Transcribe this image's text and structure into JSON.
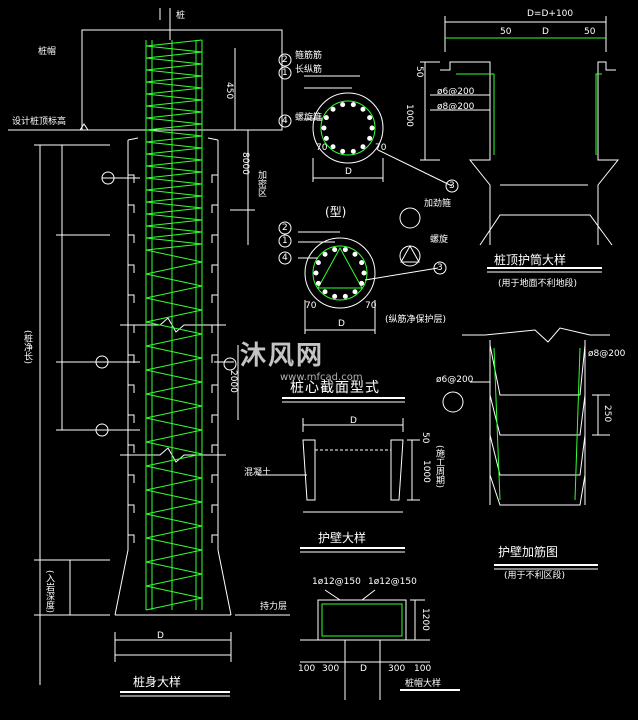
{
  "labels": {
    "pile_top": "桩",
    "cap": "桩帽",
    "design_elev": "设计桩顶标高",
    "net_length": "(桩净长)",
    "rock_depth": "(入岩深度)",
    "bearing_layer": "持力层",
    "dense_zone": "加密区",
    "dim_450": "450",
    "dim_8000": "8000",
    "dim_2000": "2000",
    "d_note_value": "D",
    "pile_body": "桩身大样",
    "circle_1": "1",
    "circle_2": "2",
    "circle_3": "3",
    "circle_4": "4",
    "hoop": "箍筋筋",
    "longbar": "长纵筋",
    "spiral": "螺旋箍",
    "spiral2": "螺旋",
    "stiff": "加劲箍",
    "sec_type": "(型)",
    "sec_70a": "70",
    "sec_70b": "70",
    "sec_D1": "D",
    "sec_D2": "D",
    "sec_70c": "70",
    "sec_70d": "70",
    "sec_note": "(纵筋净保护层)",
    "pile_section": "桩心截面型式",
    "top_D": "D=D+100",
    "top_50a": "50",
    "top_50b": "50",
    "top_D3": "D",
    "top_50c": "50",
    "top_1000": "1000",
    "top_r1": "ø6@200",
    "top_r2": "ø8@200",
    "top_title": "桩顶护筒大样",
    "top_note": "(用于地面不利地段)",
    "wall_D": "D",
    "wall_50": "50",
    "wall_1000": "1000",
    "wall_side": "(施工周期)",
    "wall_conc": "混凝土",
    "wall_title": "护壁大样",
    "reinf_r1": "ø8@200",
    "reinf_r2": "ø6@200",
    "reinf_250": "250",
    "reinf_title": "护壁加筋图",
    "reinf_note": "(用于不利区段)",
    "cap_r1": "1ø12@150",
    "cap_r2": "1ø12@150",
    "cap_1200": "1200",
    "cap_100a": "100",
    "cap_300a": "300",
    "cap_D": "D",
    "cap_300b": "300",
    "cap_100b": "100",
    "cap_title": "桩帽大样",
    "watermark": "沐风网",
    "watermark_url": "www.mfcad.com"
  },
  "colors": {
    "line": "#ffffff",
    "rebar": "#33ff33",
    "dim": "#ffffff",
    "tick": "#33ff33"
  }
}
